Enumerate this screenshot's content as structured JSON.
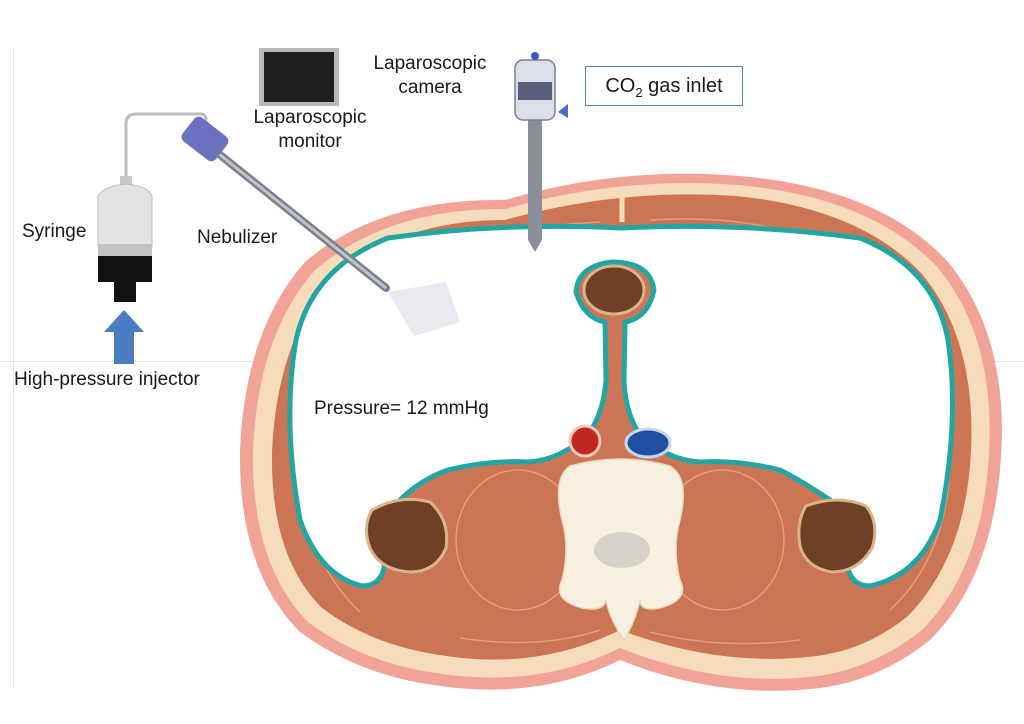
{
  "labels": {
    "laparoscopic_camera": [
      "Laparoscopic",
      "camera"
    ],
    "laparoscopic_monitor": [
      "Laparoscopic",
      "monitor"
    ],
    "co2_inlet": {
      "prefix": "CO",
      "subscript": "2",
      "suffix": " gas inlet"
    },
    "syringe": "Syringe",
    "nebulizer": "Nebulizer",
    "injector": "High-pressure injector",
    "pressure": "Pressure=  12 mmHg"
  },
  "colors": {
    "skin": "#f2a397",
    "fat": "#f7dcbb",
    "muscle": "#cc7555",
    "peritoneum": "#22a6a4",
    "kidney": "#6f3f26",
    "aorta": "#c0281f",
    "vena_cava": "#1f4fa0",
    "vertebra": "#f7efe0",
    "arrow": "#4a7cc4"
  },
  "icons": [
    "syringe-icon",
    "nebulizer-icon",
    "monitor-icon",
    "camera-icon",
    "injector-arrow-icon"
  ]
}
